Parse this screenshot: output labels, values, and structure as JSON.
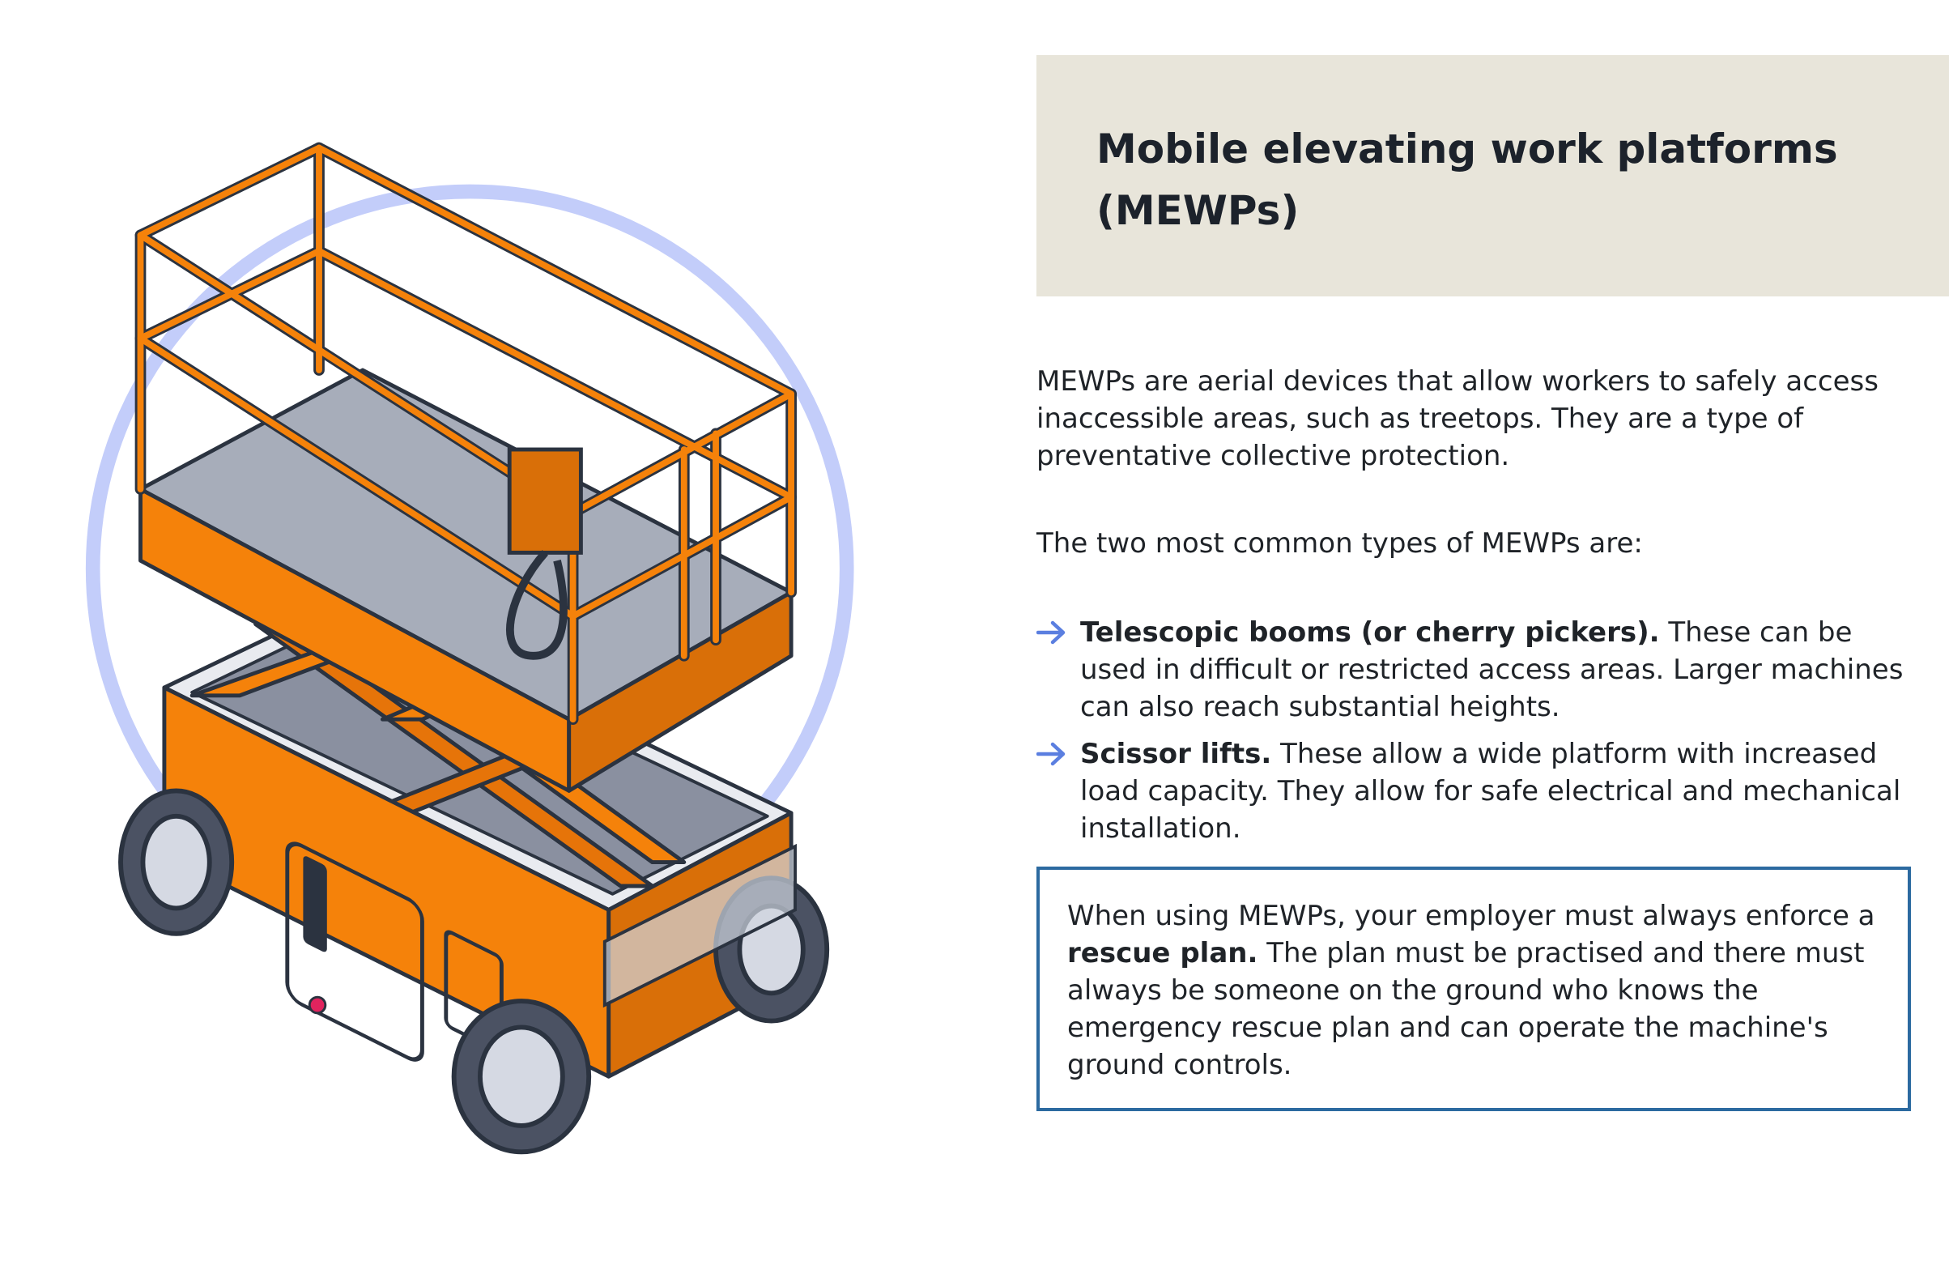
{
  "title": "Mobile elevating work platforms (MEWPs)",
  "intro": "MEWPs are aerial devices that allow workers to safely access inaccessible areas, such as treetops. They are a type of preventative collective protection.",
  "lead": "The two most common types of MEWPs are:",
  "bullets": [
    {
      "term": "Telescopic booms (or cherry pickers).",
      "text": " These can be used in difficult or restricted access areas. Larger machines can also reach substantial heights."
    },
    {
      "term": "Scissor lifts.",
      "text": " These allow a wide platform with increased load capacity. They allow for safe electrical and mechanical installation."
    }
  ],
  "callout": {
    "before": "When using MEWPs, your employer must always enforce a ",
    "emphasis": "rescue plan.",
    "after": " The plan must be practised and there must always be someone on the ground who knows the emergency rescue plan and can operate the machine's ground controls."
  },
  "colors": {
    "accent_blue": "#2c6aa0",
    "arrow_blue": "#5b7fe0",
    "title_panel_bg": "#e8e5da",
    "lift_orange": "#f5820a",
    "circle_blue": "#c3cdfa"
  },
  "icons": {
    "bullet": "arrow-right-icon",
    "illustration": "scissor-lift-illustration"
  }
}
